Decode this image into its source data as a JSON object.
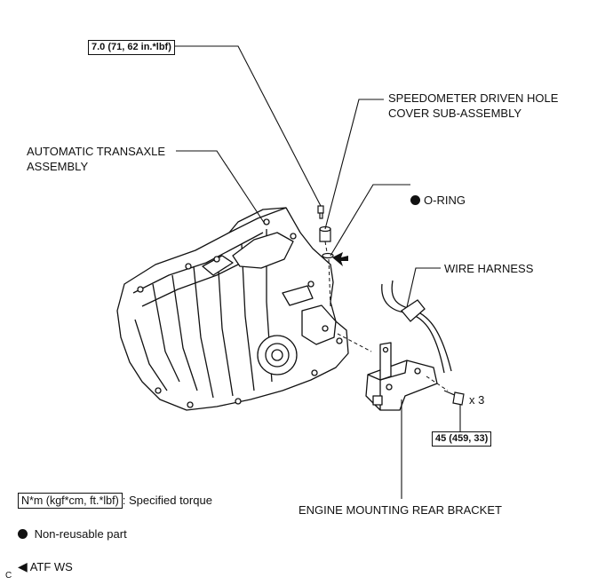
{
  "labels": {
    "torque_top": "7.0 (71, 62 in.*lbf)",
    "speedometer": "SPEEDOMETER DRIVEN HOLE\nCOVER SUB-ASSEMBLY",
    "transaxle": "AUTOMATIC TRANSAXLE\nASSEMBLY",
    "oring": "O-RING",
    "wire_harness": "WIRE HARNESS",
    "bolt_qty": "x 3",
    "torque_bolt": "45 (459, 33)",
    "rear_bracket": "ENGINE MOUNTING REAR BRACKET"
  },
  "legend": {
    "torque_box": "N*m (kgf*cm, ft.*lbf)",
    "torque_desc": ": Specified torque",
    "nonreusable": "Non-reusable part",
    "atf": "ATF WS"
  },
  "corner_code": "C"
}
